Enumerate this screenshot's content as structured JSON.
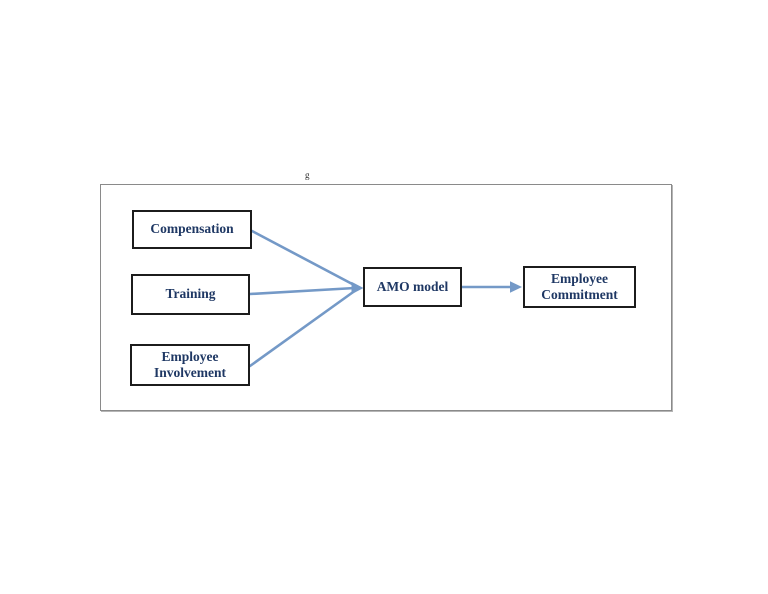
{
  "diagram": {
    "stray_glyph": "g",
    "nodes": [
      {
        "id": "compensation",
        "label": "Compensation"
      },
      {
        "id": "training",
        "label": "Training"
      },
      {
        "id": "employee-involvement",
        "label": "Employee Involvement"
      },
      {
        "id": "amo-model",
        "label": "AMO model"
      },
      {
        "id": "employee-commitment",
        "label": "Employee Commitment"
      }
    ],
    "edges": [
      {
        "from": "Compensation",
        "to": "AMO model"
      },
      {
        "from": "Training",
        "to": "AMO model"
      },
      {
        "from": "Employee Involvement",
        "to": "AMO model"
      },
      {
        "from": "AMO model",
        "to": "Employee Commitment"
      }
    ],
    "colors": {
      "arrow": "#7499c7",
      "label_text": "#1f3864",
      "box_border": "#1c1c1c",
      "frame_border": "#8a8a8a"
    }
  }
}
